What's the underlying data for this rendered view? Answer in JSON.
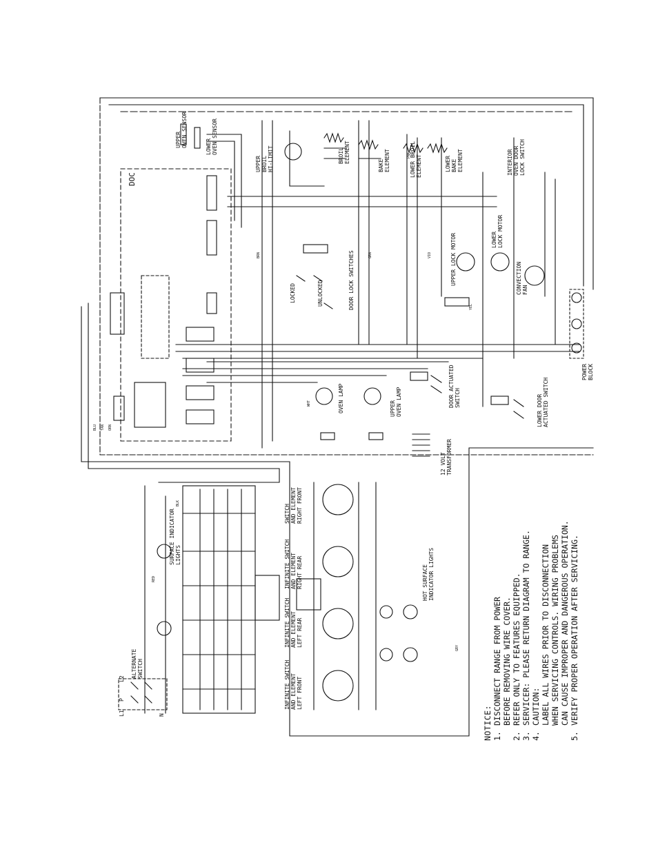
{
  "labels": {
    "doc": "DOC",
    "upper_oven_sensor": [
      "UPPER",
      "OVEN SENSOR"
    ],
    "lower_oven_sensor": [
      "LOWER",
      "OVEN SENSOR"
    ],
    "upper_broil_hi_limit": [
      "UPPER",
      "BROIL",
      "HI-LIMIT"
    ],
    "broil_element": [
      "BROIL",
      "ELEMENT"
    ],
    "bake_element": [
      "BAKE",
      "ELEMENT"
    ],
    "lower_broil_element": [
      "LOWER BROIL",
      "ELEMENT"
    ],
    "lower_bake_element": [
      "LOWER",
      "BAKE",
      "ELEMENT"
    ],
    "interior_oven_door_switch": [
      "INTERIOR",
      "OVEN DOOR",
      "LOCK SWITCH"
    ],
    "lower_lock_motor": [
      "LOWER",
      "LOCK MOTOR"
    ],
    "upper_lock_motor": "UPPER LOCK MOTOR",
    "convection_fan": [
      "CONVECTION",
      "FAN"
    ],
    "door_lock_switches": "DOOR LOCK SWITCHES",
    "locked": "LOCKED",
    "unlocked": "UNLOCKED",
    "power_block": [
      "POWER",
      "BLOCK"
    ],
    "door_actuated_switch": [
      "DOOR ACTUATED",
      "SWITCH"
    ],
    "lower_door_actuated_switch": [
      "LOWER DOOR",
      "ACTUATED SWITCH"
    ],
    "oven_lamp_upper": [
      "OVEN LAMP"
    ],
    "oven_lamp_lower": [
      "UPPER",
      "OVEN LAMP"
    ],
    "transformer": [
      "12 VOLT",
      "TRANSFORMER"
    ],
    "alternate_switch": [
      "ALTERNATE",
      "SWITCH"
    ],
    "surface_indicator_lights_top": [
      "SURFACE INDICATOR",
      "LIGHTS"
    ],
    "surface_indicator_lights_bottom": [
      "HOT SURFACE",
      "INDICATOR LIGHTS"
    ],
    "switch_rf": [
      "SWITCH",
      "AND ELEMENT",
      "RIGHT FRONT"
    ],
    "switch_rr": [
      "INFINITE SWITCH",
      "AND ELEMENT",
      "RIGHT REAR"
    ],
    "switch_lr": [
      "INFINITE SWITCH",
      "AND ELEMENT",
      "LEFT REAR"
    ],
    "switch_lf": [
      "INFINITE SWITCH",
      "AND ELEMENT",
      "LEFT FRONT"
    ],
    "l1": "L1",
    "l2": "L2",
    "n": "N",
    "p": "P"
  },
  "notice": {
    "heading": "NOTICE:",
    "items": [
      {
        "num": "1.",
        "lines": [
          "DISCONNECT RANGE FROM POWER",
          "BEFORE REMOVING WIRE COVER."
        ]
      },
      {
        "num": "2.",
        "lines": [
          "REFER ONLY TO FEATURES EQUIPPED."
        ]
      },
      {
        "num": "3.",
        "lines": [
          "SERVICER: PLEASE RETURN DIAGRAM TO RANGE."
        ]
      },
      {
        "num": "4.",
        "lines": [
          "CAUTION:",
          "LABEL ALL WIRES PRIOR TO DISCONNECTION",
          "WHEN SERVICING CONTROLS. WIRING PROBLEMS",
          "CAN CAUSE IMPROPER AND DANGEROUS OPERATION."
        ]
      },
      {
        "num": "5.",
        "lines": [
          "VERIFY PROPER OPERATION AFTER SERVICING."
        ]
      }
    ]
  },
  "wire_colors": [
    "BLK",
    "RED",
    "WHT",
    "BLU",
    "TAN",
    "ORN",
    "YEL",
    "BRN",
    "VIO",
    "PNK",
    "GRN",
    "GRY"
  ]
}
